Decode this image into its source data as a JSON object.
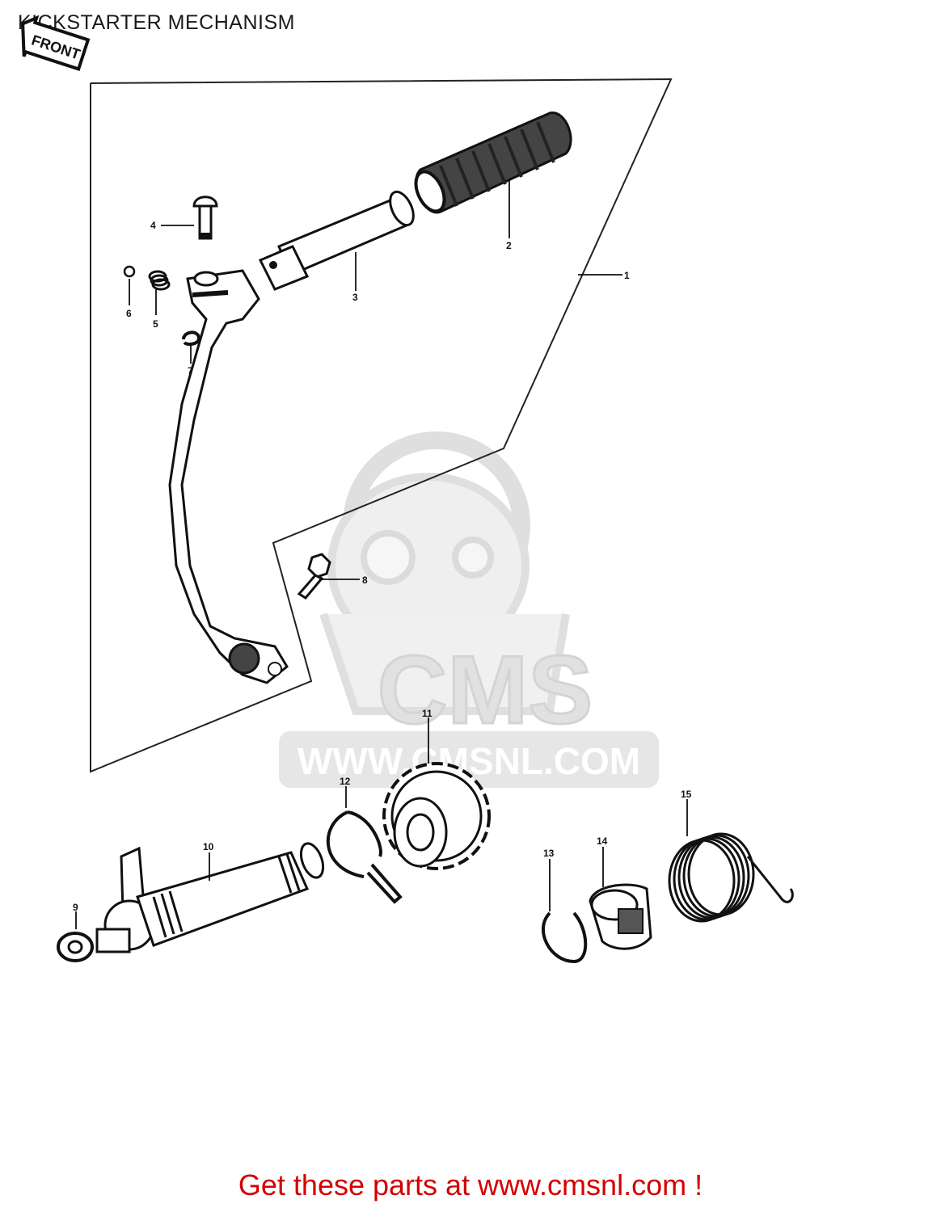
{
  "page_title": "KICKSTARTER MECHANISM",
  "front_badge": "FRONT",
  "watermark": {
    "brand": "CMS",
    "site": "WWW.CMSNL.COM"
  },
  "parts": [
    {
      "id": "1",
      "label": "1"
    },
    {
      "id": "2",
      "label": "2"
    },
    {
      "id": "3",
      "label": "3"
    },
    {
      "id": "4",
      "label": "4"
    },
    {
      "id": "5",
      "label": "5"
    },
    {
      "id": "6",
      "label": "6"
    },
    {
      "id": "7",
      "label": "7"
    },
    {
      "id": "8",
      "label": "8"
    },
    {
      "id": "9",
      "label": "9"
    },
    {
      "id": "10",
      "label": "10"
    },
    {
      "id": "11",
      "label": "11"
    },
    {
      "id": "12",
      "label": "12"
    },
    {
      "id": "13",
      "label": "13"
    },
    {
      "id": "14",
      "label": "14"
    },
    {
      "id": "15",
      "label": "15"
    }
  ],
  "footer_link": "Get these parts at www.cmsnl.com !",
  "colors": {
    "ink": "#111111",
    "watermark": "#d8d8d8",
    "cta": "#d40000"
  }
}
